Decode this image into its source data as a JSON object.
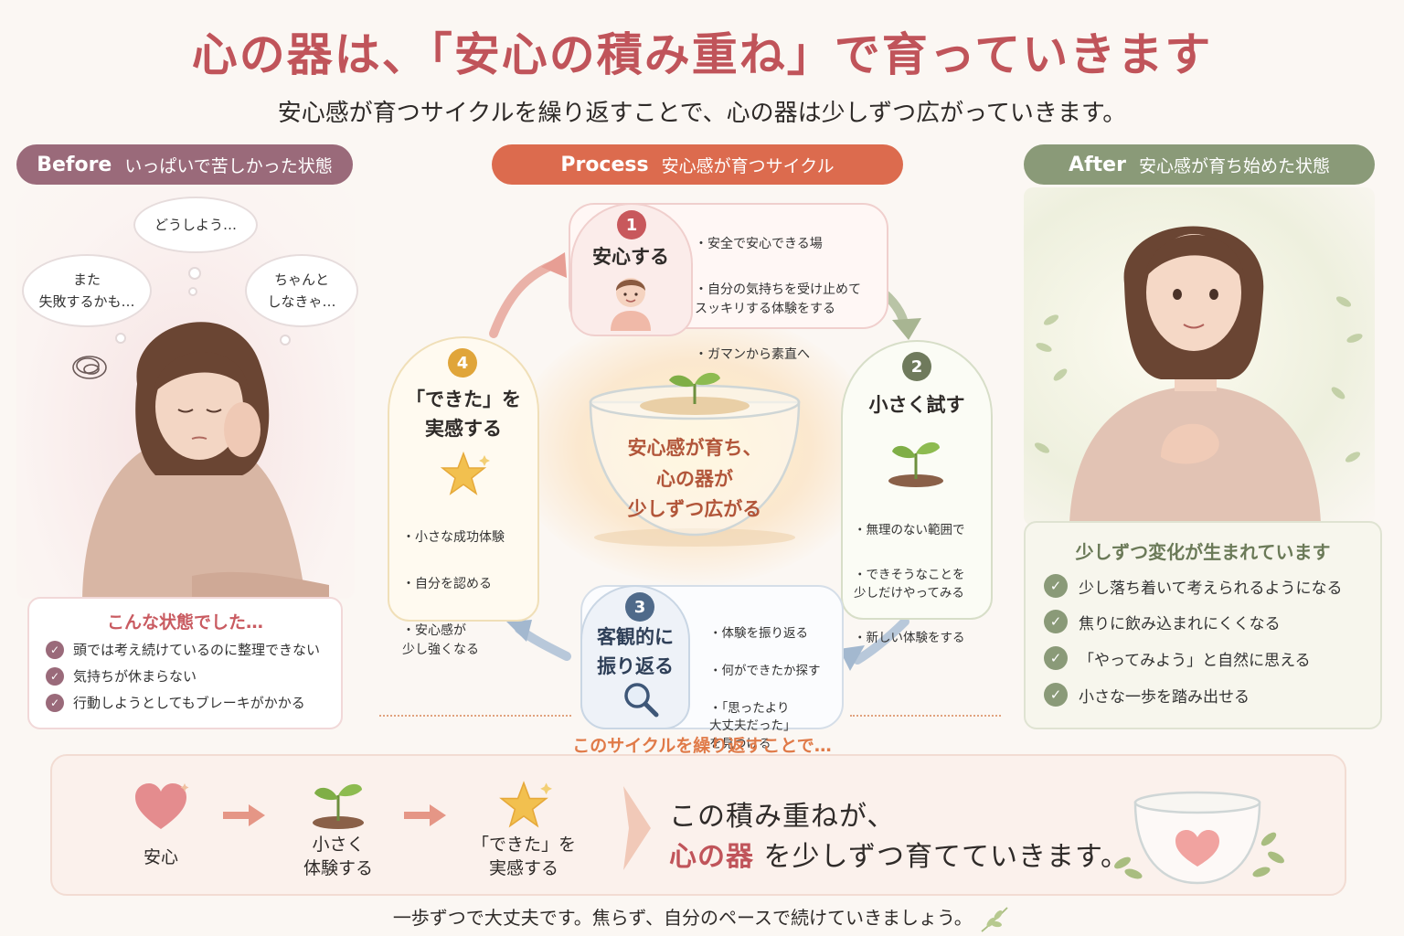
{
  "title": "心の器は、「安心の積み重ね」で育っていきます",
  "subtitle": "安心感が育つサイクルを繰り返すことで、心の器は少しずつ広がっていきます。",
  "before": {
    "pill_en": "Before",
    "pill_jp": "いっぱいで苦しかった状態",
    "thoughts": [
      "どうしよう…",
      "また\n失敗するかも…",
      "ちゃんと\nしなきゃ…"
    ],
    "state_title": "こんな状態でした…",
    "items": [
      "頭では考え続けているのに整理できない",
      "気持ちが休まらない",
      "行動しようとしてもブレーキがかかる"
    ]
  },
  "process": {
    "pill_en": "Process",
    "pill_jp": "安心感が育つサイクル",
    "bowl_text": "安心感が育ち、\n心の器が\n少しずつ広がる",
    "steps": [
      {
        "num": "1",
        "title": "安心する",
        "bullets": [
          "・安全で安心できる場",
          "・自分の気持ちを受け止めて\n  スッキリする体験をする",
          "・ガマンから素直へ"
        ]
      },
      {
        "num": "2",
        "title": "小さく試す",
        "bullets": [
          "・無理のない範囲で",
          "・できそうなことを\n  少しだけやってみる",
          "・新しい体験をする"
        ]
      },
      {
        "num": "3",
        "title": "客観的に\n振り返る",
        "bullets": [
          "・体験を振り返る",
          "・何ができたか探す",
          "・「思ったより\n  大丈夫だった」\n  を見つける"
        ]
      },
      {
        "num": "4",
        "title": "「できた」を\n実感する",
        "bullets": [
          "・小さな成功体験",
          "・自分を認める",
          "・安心感が\n  少し強くなる"
        ]
      }
    ]
  },
  "after": {
    "pill_en": "After",
    "pill_jp": "安心感が育ち始めた状態",
    "change_title": "少しずつ変化が生まれています",
    "items": [
      "少し落ち着いて考えられるようになる",
      "焦りに飲み込まれにくくなる",
      "「やってみよう」と自然に思える",
      "小さな一歩を踏み出せる"
    ]
  },
  "repeat_text": "このサイクルを繰り返すことで…",
  "flow": [
    "安心",
    "小さく\n体験する",
    "「できた」を\n実感する"
  ],
  "summary": {
    "line1": "この積み重ねが、",
    "highlight": "心の器",
    "line2_rest": "を少しずつ育てていきます。"
  },
  "footer": "一歩ずつで大丈夫です。焦らず、自分のペースで続けていきましょう。",
  "colors": {
    "accent_red": "#c0545a",
    "before": "#9a6a7a",
    "process": "#dc6b4e",
    "after": "#8a9a78",
    "step1": "#c8585c",
    "step2": "#6f7a5c",
    "step3": "#4f6a8a",
    "step4": "#e0a53a"
  },
  "icons": {
    "check": "check-icon",
    "star": "star-icon",
    "sprout": "sprout-icon",
    "heart": "heart-icon",
    "magnifier": "magnifier-icon",
    "bowl": "bowl-icon"
  }
}
